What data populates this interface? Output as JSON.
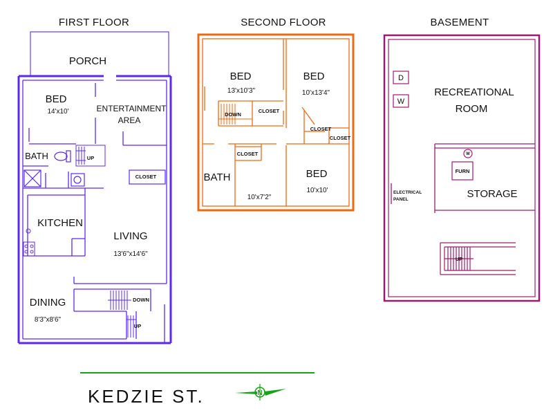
{
  "floors": {
    "first": {
      "title": "FIRST FLOOR",
      "color": "#5b28f0",
      "labels": {
        "porch": "PORCH",
        "bed": "BED",
        "bed_dim": "14'x10'",
        "entertainment_1": "ENTERTAINMENT",
        "entertainment_2": "AREA",
        "bath": "BATH",
        "up_upper": "UP",
        "closet": "CLOSET",
        "kitchen": "KITCHEN",
        "living": "LIVING",
        "living_dim": "13'6\"x14'6\"",
        "dining": "DINING",
        "dining_dim": "8'3\"x8'6\"",
        "down": "DOWN",
        "up_lower": "UP"
      }
    },
    "second": {
      "title": "SECOND FLOOR",
      "color": "#ee6a12",
      "labels": {
        "bed_left": "BED",
        "bed_left_dim": "13'x10'3\"",
        "bed_right": "BED",
        "bed_right_dim": "10'x13'4\"",
        "down": "DOWN",
        "closet_stair": "CLOSET",
        "closet_angle": "CLOSET",
        "closet_right": "CLOSET",
        "closet_mid": "CLOSET",
        "bath": "BATH",
        "hall_dim": "10'x7'2\"",
        "bed_bottom": "BED",
        "bed_bottom_dim": "10'x10'"
      }
    },
    "basement": {
      "title": "BASEMENT",
      "color": "#9c1a6e",
      "labels": {
        "dryer": "D",
        "washer": "W",
        "rec_1": "RECREATIONAL",
        "rec_2": "ROOM",
        "water_heater": "W",
        "furnace": "FURN",
        "storage": "STORAGE",
        "electrical_1": "ELECTRICAL",
        "electrical_2": "PANEL",
        "up": "UP"
      }
    }
  },
  "street": {
    "name": "KEDZIE ST.",
    "line_color": "#1aa01a",
    "compass_label": "N"
  }
}
